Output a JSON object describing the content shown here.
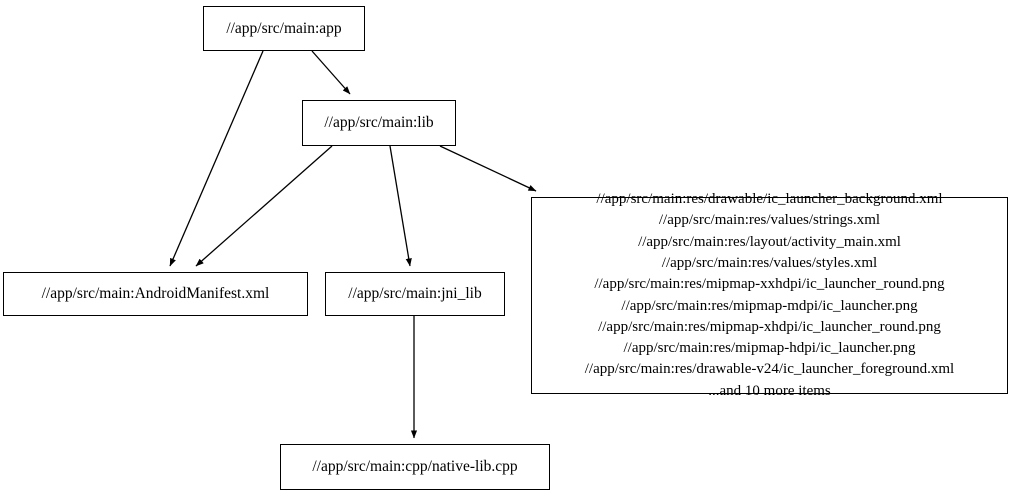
{
  "graph": {
    "type": "directed-dependency-graph",
    "background_color": "#ffffff",
    "node_border_color": "#000000",
    "edge_color": "#000000",
    "text_color": "#000000",
    "nodes": [
      {
        "id": "app",
        "label": "//app/src/main:app"
      },
      {
        "id": "lib",
        "label": "//app/src/main:lib"
      },
      {
        "id": "manifest",
        "label": "//app/src/main:AndroidManifest.xml"
      },
      {
        "id": "jni_lib",
        "label": "//app/src/main:jni_lib"
      },
      {
        "id": "native",
        "label": "//app/src/main:cpp/native-lib.cpp"
      },
      {
        "id": "resources",
        "label": "//app/src/main:res/drawable/ic_launcher_background.xml\n//app/src/main:res/values/strings.xml\n//app/src/main:res/layout/activity_main.xml\n//app/src/main:res/values/styles.xml\n//app/src/main:res/mipmap-xxhdpi/ic_launcher_round.png\n//app/src/main:res/mipmap-mdpi/ic_launcher.png\n//app/src/main:res/mipmap-xhdpi/ic_launcher_round.png\n//app/src/main:res/mipmap-hdpi/ic_launcher.png\n//app/src/main:res/drawable-v24/ic_launcher_foreground.xml\n...and 10 more items",
        "lines": [
          "//app/src/main:res/drawable/ic_launcher_background.xml",
          "//app/src/main:res/values/strings.xml",
          "//app/src/main:res/layout/activity_main.xml",
          "//app/src/main:res/values/styles.xml",
          "//app/src/main:res/mipmap-xxhdpi/ic_launcher_round.png",
          "//app/src/main:res/mipmap-mdpi/ic_launcher.png",
          "//app/src/main:res/mipmap-xhdpi/ic_launcher_round.png",
          "//app/src/main:res/mipmap-hdpi/ic_launcher.png",
          "//app/src/main:res/drawable-v24/ic_launcher_foreground.xml",
          "...and 10 more items"
        ],
        "overflow_note": "...and 10 more items"
      }
    ],
    "edges": [
      {
        "from": "app",
        "to": "manifest"
      },
      {
        "from": "app",
        "to": "lib"
      },
      {
        "from": "lib",
        "to": "manifest"
      },
      {
        "from": "lib",
        "to": "jni_lib"
      },
      {
        "from": "lib",
        "to": "resources"
      },
      {
        "from": "jni_lib",
        "to": "native"
      }
    ]
  }
}
